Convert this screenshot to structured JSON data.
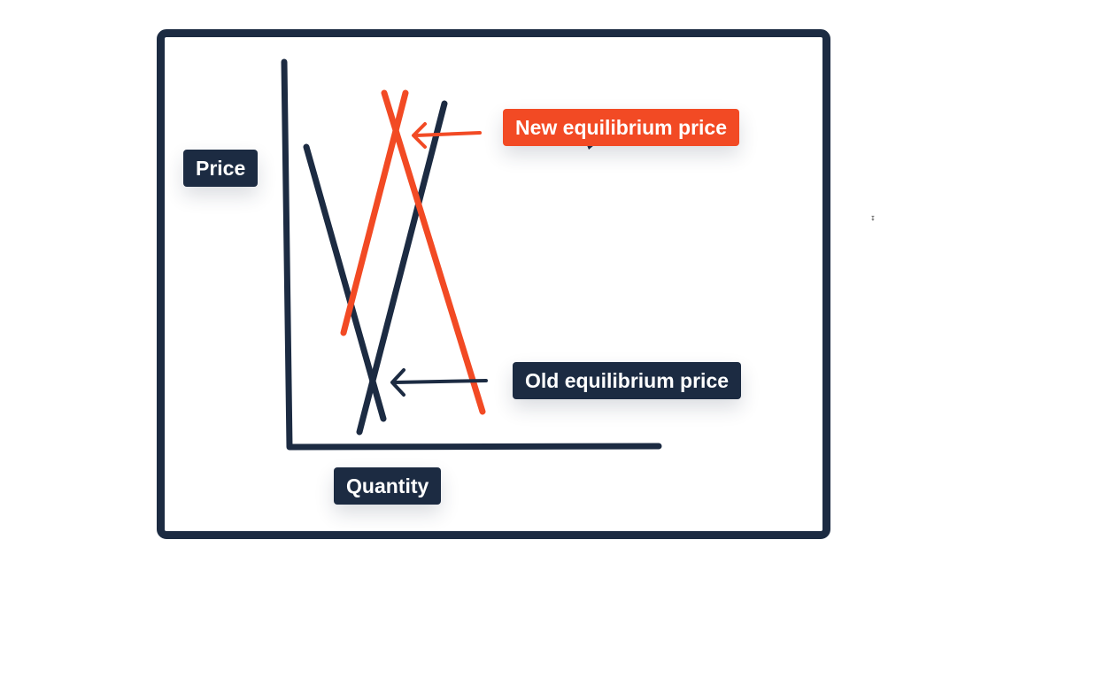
{
  "labels": {
    "y_axis": "Price",
    "x_axis": "Quantity",
    "new_equilibrium": "New equilibrium price",
    "old_equilibrium": "Old equilibrium price"
  },
  "colors": {
    "dark_navy": "#1c2b42",
    "accent_orange": "#f24a24",
    "background": "#ffffff"
  },
  "lines": {
    "old_demand": "dark",
    "old_supply": "dark",
    "new_demand": "orange",
    "new_supply": "orange"
  }
}
